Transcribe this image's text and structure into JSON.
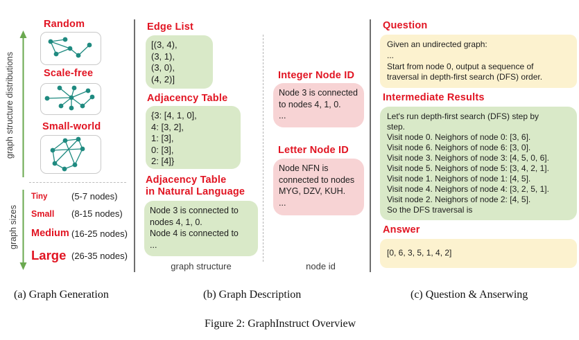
{
  "figure": {
    "caption": "Figure 2: GraphInstruct Overview",
    "panel_captions": {
      "a": "(a) Graph Generation",
      "b": "(b) Graph Description",
      "c": "(c) Question & Anserwing"
    }
  },
  "colors": {
    "heading_red": "#e11422",
    "box_green": "#d9e9c8",
    "box_pink": "#f7d3d4",
    "box_yellow": "#fcf2cf",
    "node_teal": "#1f8a80",
    "arrow_green": "#6aa84f"
  },
  "panel_a": {
    "axis_label_structures": "graph structure distributions",
    "axis_label_sizes": "graph sizes",
    "structures": [
      {
        "label": "Random"
      },
      {
        "label": "Scale-free"
      },
      {
        "label": "Small-world"
      }
    ],
    "sizes": [
      {
        "label": "Tiny",
        "range": "(5-7 nodes)"
      },
      {
        "label": "Small",
        "range": "(8-15 nodes)"
      },
      {
        "label": "Medium",
        "range": "(16-25 nodes)"
      },
      {
        "label": "Large",
        "range": "(26-35 nodes)"
      }
    ]
  },
  "panel_b": {
    "edge_list": {
      "title": "Edge List",
      "content": "[(3, 4),\n(3, 1),\n(3, 0),\n(4, 2)]"
    },
    "adjacency_table": {
      "title": "Adjacency Table",
      "content": "{3: [4, 1, 0],\n4: [3, 2],\n1: [3],\n0: [3],\n2: [4]}"
    },
    "adjacency_nl": {
      "title": "Adjacency Table\nin Natural Language",
      "content": "Node 3 is connected to\n nodes 4, 1, 0.\nNode 4 is connected to\n ..."
    },
    "graph_structure_caption": "graph structure",
    "integer_node_id": {
      "title": "Integer Node ID",
      "content": "Node 3 is connected\nto nodes 4, 1, 0.\n..."
    },
    "letter_node_id": {
      "title": "Letter Node ID",
      "content": "Node NFN is\nconnected to nodes\nMYG, DZV, KUH.\n..."
    },
    "node_id_caption": "node id"
  },
  "panel_c": {
    "question": {
      "title": "Question",
      "content": "Given an undirected graph:\n...\nStart from node 0, output a sequence of\ntraversal in depth-first search (DFS) order."
    },
    "intermediate": {
      "title": "Intermediate Results",
      "content": "Let's run depth-first search (DFS) step by\nstep.\nVisit node 0. Neighors of node 0: [3, 6].\nVisit node 6. Neighors of node 6: [3, 0].\nVisit node 3. Neighors of node 3: [4, 5, 0, 6].\nVisit node 5. Neighors of node 5: [3, 4, 2, 1].\nVisit node 1. Neighors of node 1: [4, 5].\nVisit node 4. Neighors of node 4: [3, 2, 5, 1].\nVisit node 2. Neighors of node 2: [4, 5].\nSo the DFS traversal is"
    },
    "answer": {
      "title": "Answer",
      "content": "[0, 6, 3, 5, 1, 4, 2]"
    }
  }
}
